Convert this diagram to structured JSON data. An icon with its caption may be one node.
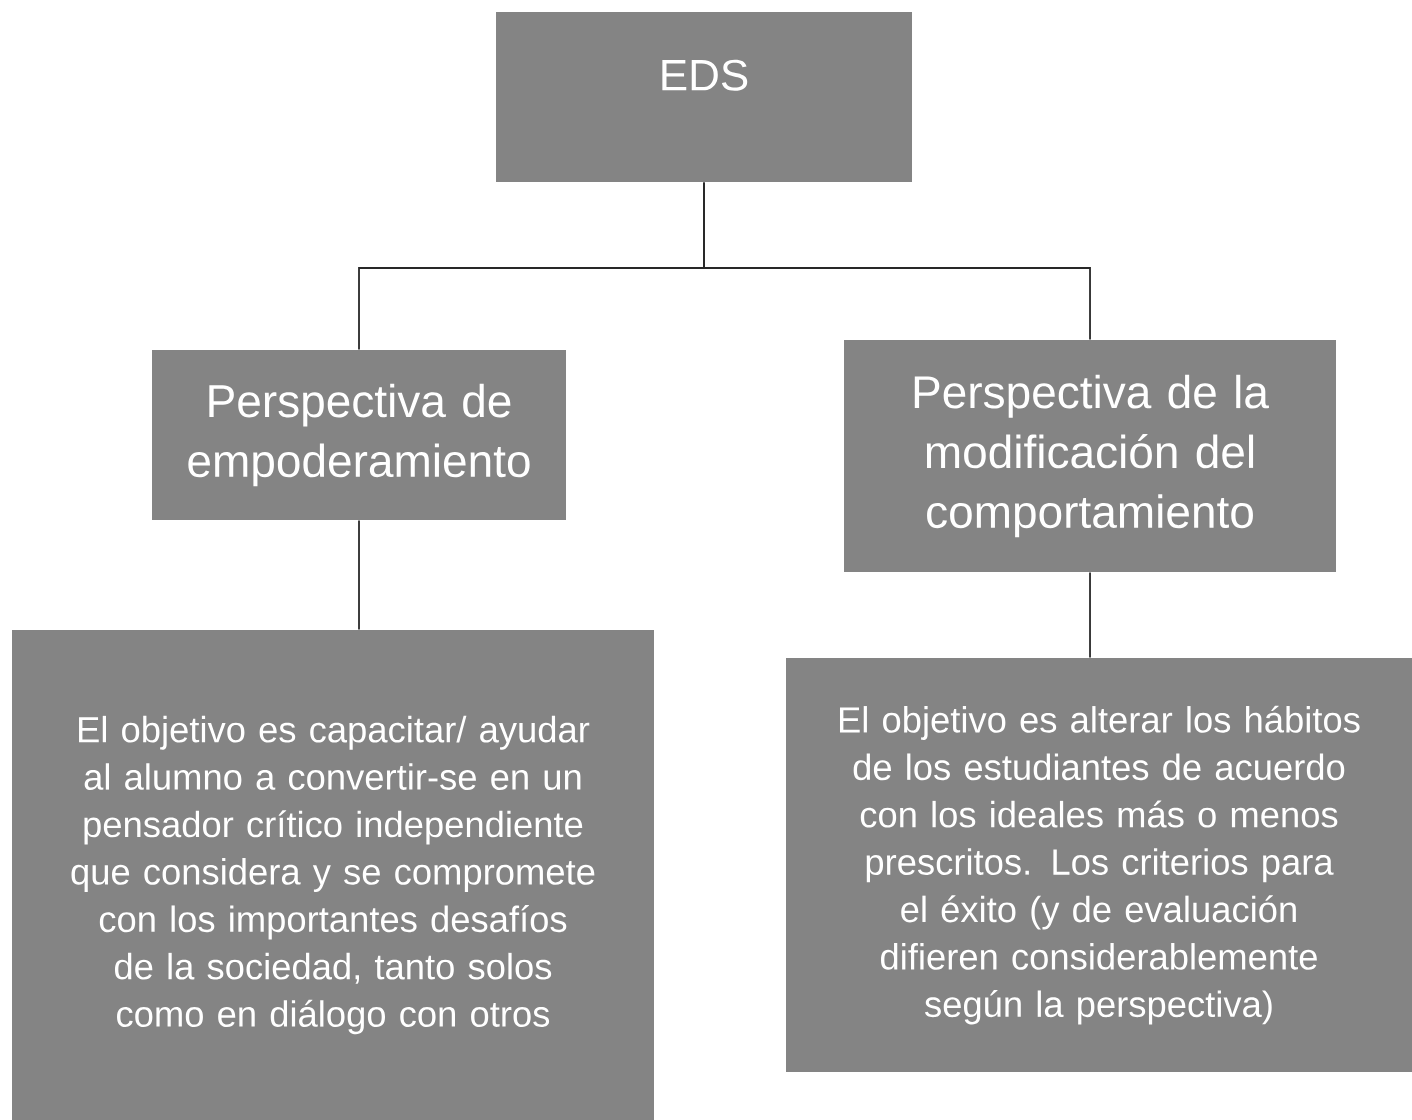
{
  "diagram": {
    "nodes": [
      {
        "text": [
          "EDS"
        ]
      },
      {
        "text": [
          "Perspectiva de empoderamiento"
        ]
      },
      {
        "text": [
          "Perspectiva de la modificación del comportamiento"
        ]
      },
      {
        "text": [
          "El objetivo es capacitar/ ayudar al alumno a convertir-se en un pensador crítico independiente que considera y se compromete con los importantes desafíos de la sociedad, tanto solos como en diálogo con otros"
        ]
      },
      {
        "text": [
          "El objetivo es alterar los hábitos de los estudiantes de acuerdo con los ideales más o menos prescritos. Los criterios para el éxito (y de evaluación difieren considerablemente según la perspectiva)"
        ]
      }
    ],
    "edges": [
      {
        "from": 0,
        "to": 1,
        "arrow": "none"
      },
      {
        "from": 0,
        "to": 2,
        "arrow": "none"
      },
      {
        "from": 1,
        "to": 3,
        "arrow": "none"
      },
      {
        "from": 2,
        "to": 4,
        "arrow": "none"
      }
    ]
  }
}
